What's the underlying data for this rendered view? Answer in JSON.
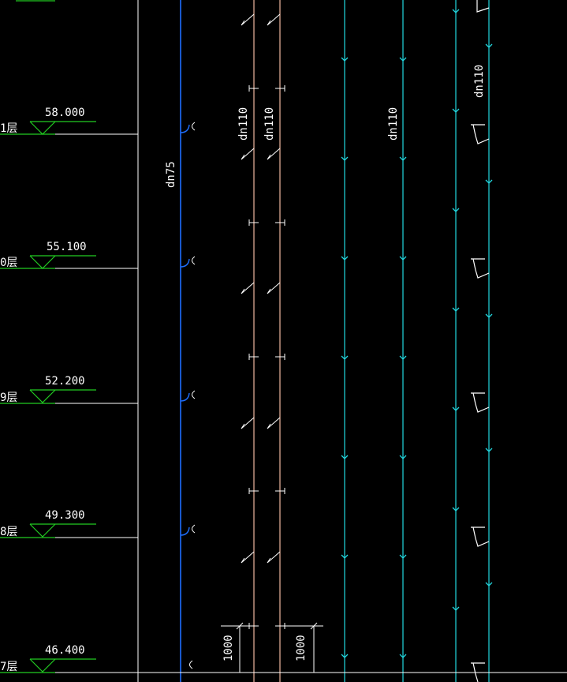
{
  "levels": [
    {
      "floor": "1层",
      "elevation": "58.000"
    },
    {
      "floor": "0层",
      "elevation": "55.100"
    },
    {
      "floor": "9层",
      "elevation": "52.200"
    },
    {
      "floor": "8层",
      "elevation": "49.300"
    },
    {
      "floor": "7层",
      "elevation": "46.400"
    }
  ],
  "pipe_labels": {
    "blue_pipe": "dn75",
    "pink_pipe_a": "dn110",
    "pink_pipe_b": "dn110",
    "cyan_pipe": "dn110",
    "right_pipe": "dn110"
  },
  "dimensions": {
    "dim_left": "1000",
    "dim_right": "1000"
  },
  "colors": {
    "background": "#000000",
    "floor_line": "#ffffff",
    "level_marker": "#22cc22",
    "blue_pipe": "#1e6fff",
    "pink_pipe": "#f0b8a0",
    "cyan_pipe": "#22d8e0",
    "text": "#ffffff"
  }
}
